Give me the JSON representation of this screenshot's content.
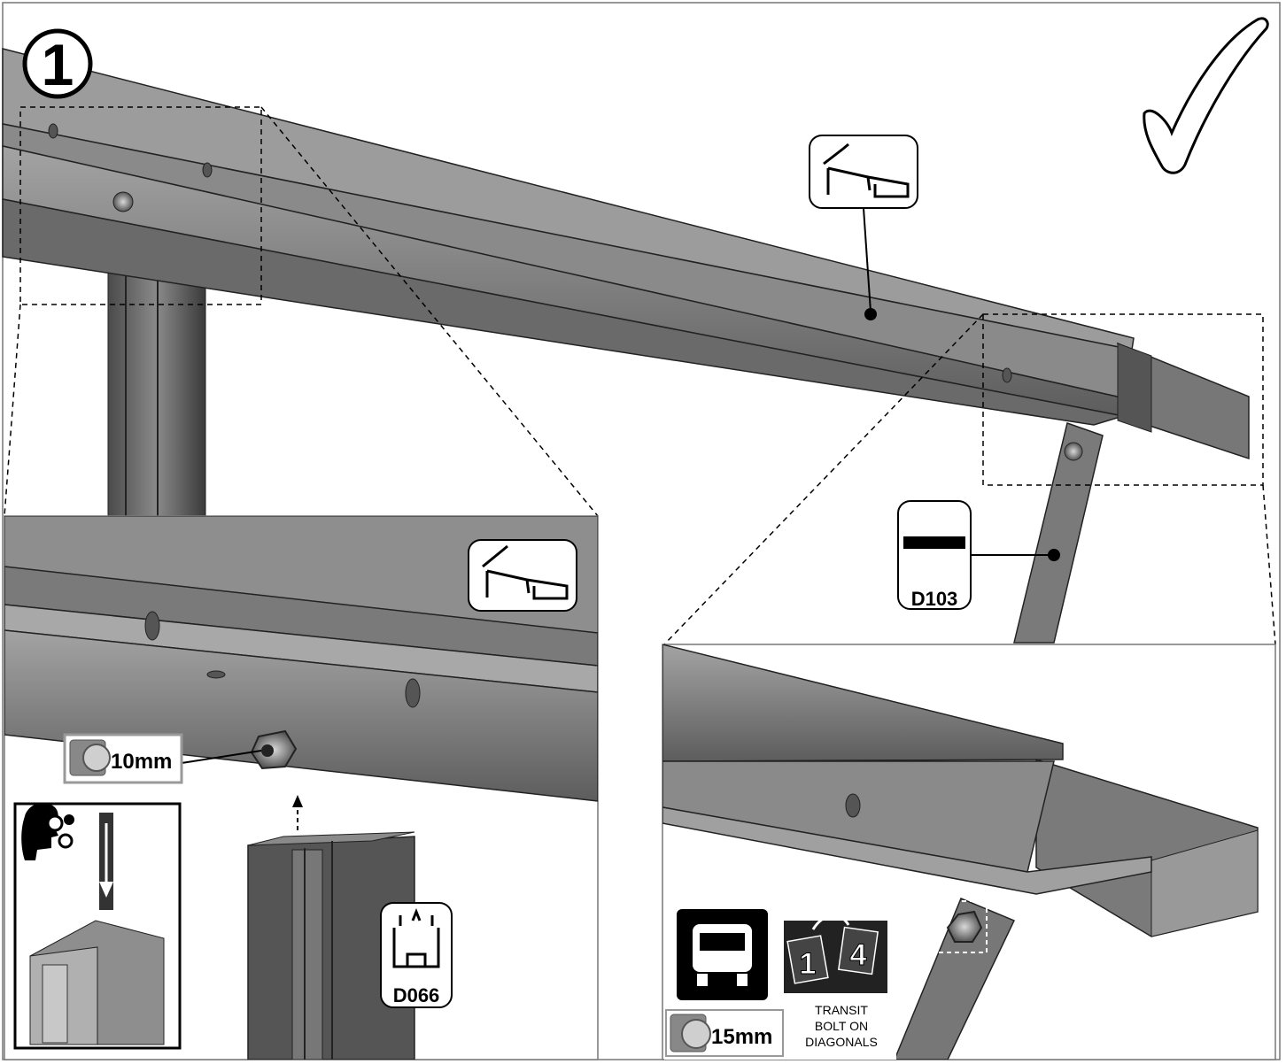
{
  "step": {
    "number": "1"
  },
  "callouts": {
    "d103_code": "D103",
    "d066_code": "D066",
    "socket_10": "10mm",
    "socket_15": "15mm",
    "transit_note": [
      "TRANSIT",
      "BOLT ON",
      "DIAGONALS"
    ],
    "page_ref": [
      "1",
      "4"
    ]
  },
  "colors": {
    "steel_light": "#8e8e8e",
    "steel_mid": "#6f6f6f",
    "steel_dark": "#3e3e3e",
    "line": "#000000"
  }
}
